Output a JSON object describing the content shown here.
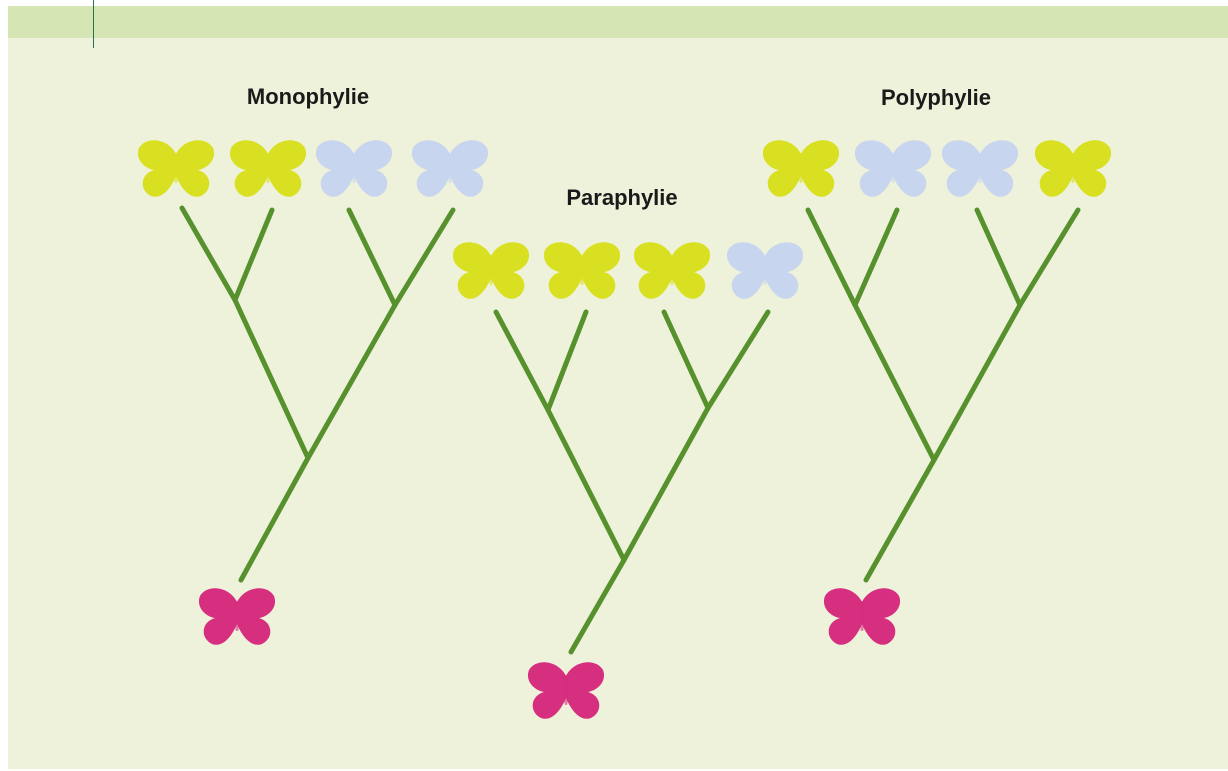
{
  "titles": {
    "mono": "Monophylie",
    "para": "Paraphylie",
    "poly": "Polyphylie"
  },
  "colors": {
    "yellow": "#d9e021",
    "blue": "#c7d5ef",
    "pink": "#d62f7f",
    "branch": "#56912e",
    "background": "#eef2da",
    "band": "#d6e5b4"
  },
  "icons": {
    "leaf": "butterfly-icon",
    "root": "butterfly-icon"
  },
  "trees": [
    {
      "name": "mono",
      "leaf_colors": [
        "yellow",
        "yellow",
        "blue",
        "blue"
      ],
      "root_color": "pink"
    },
    {
      "name": "para",
      "leaf_colors": [
        "yellow",
        "yellow",
        "yellow",
        "blue"
      ],
      "root_color": "pink"
    },
    {
      "name": "poly",
      "leaf_colors": [
        "yellow",
        "blue",
        "blue",
        "yellow"
      ],
      "root_color": "pink"
    }
  ]
}
